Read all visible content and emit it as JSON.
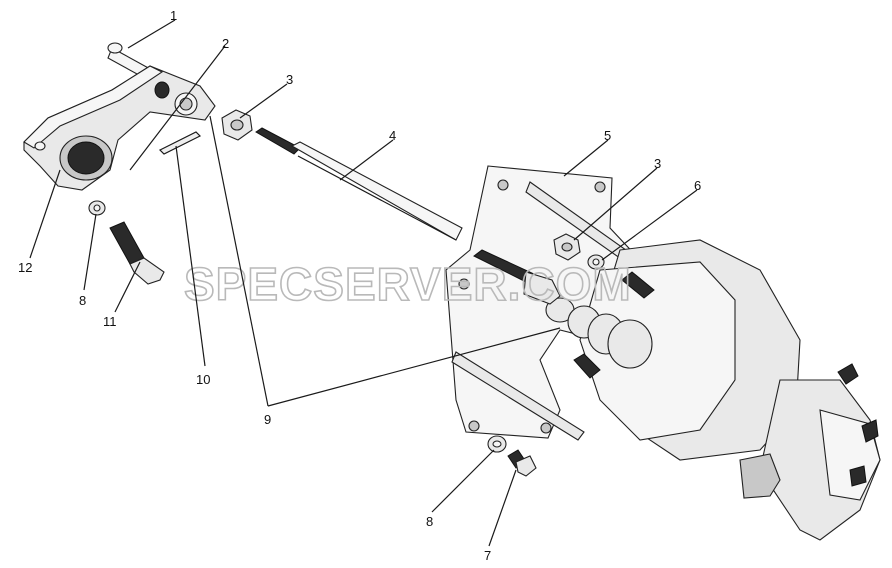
{
  "watermark": "SPECSERVER.COM",
  "callouts": [
    {
      "id": "callout-1",
      "text": "1"
    },
    {
      "id": "callout-2",
      "text": "2"
    },
    {
      "id": "callout-3a",
      "text": "3"
    },
    {
      "id": "callout-4",
      "text": "4"
    },
    {
      "id": "callout-5",
      "text": "5"
    },
    {
      "id": "callout-3b",
      "text": "3"
    },
    {
      "id": "callout-6",
      "text": "6"
    },
    {
      "id": "callout-12",
      "text": "12"
    },
    {
      "id": "callout-8a",
      "text": "8"
    },
    {
      "id": "callout-11",
      "text": "11"
    },
    {
      "id": "callout-10",
      "text": "10"
    },
    {
      "id": "callout-9",
      "text": "9"
    },
    {
      "id": "callout-8b",
      "text": "8"
    },
    {
      "id": "callout-7",
      "text": "7"
    }
  ]
}
